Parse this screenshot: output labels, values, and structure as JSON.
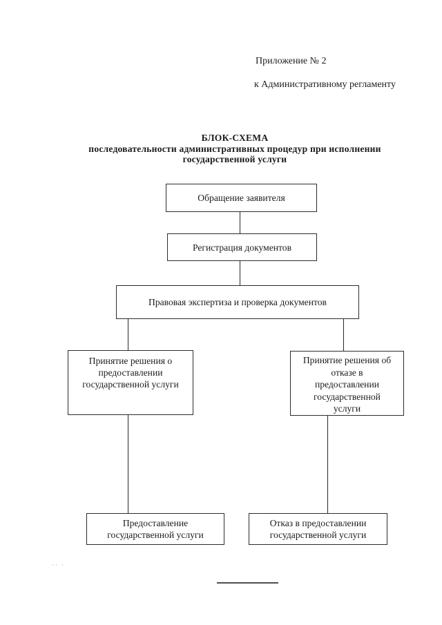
{
  "header": {
    "line1": "Приложение № 2",
    "line2": "к Административному регламенту"
  },
  "title": {
    "line1": "БЛОК-СХЕМА",
    "line2": "последовательности административных процедур при исполнении",
    "line3": "государственной услуги"
  },
  "flowchart": {
    "nodes": [
      {
        "id": "applicant-request",
        "label": "Обращение заявителя"
      },
      {
        "id": "document-registration",
        "label": "Регистрация документов"
      },
      {
        "id": "legal-review",
        "label": "Правовая экспертиза и проверка документов"
      },
      {
        "id": "decision-grant",
        "label": "Принятие решения о\nпредоставлении\nгосударственной услуги"
      },
      {
        "id": "decision-refuse",
        "label": "Принятие решения об\nотказе в\nпредоставлении\nгосударственной\nуслуги"
      },
      {
        "id": "service-provided",
        "label": "Предоставление\nгосударственной услуги"
      },
      {
        "id": "service-refused",
        "label": "Отказ в предоставлении\nгосударственной услуги"
      }
    ]
  },
  "colors": {
    "background": "#ffffff",
    "line": "#262626",
    "text": "#1c1c1c"
  }
}
